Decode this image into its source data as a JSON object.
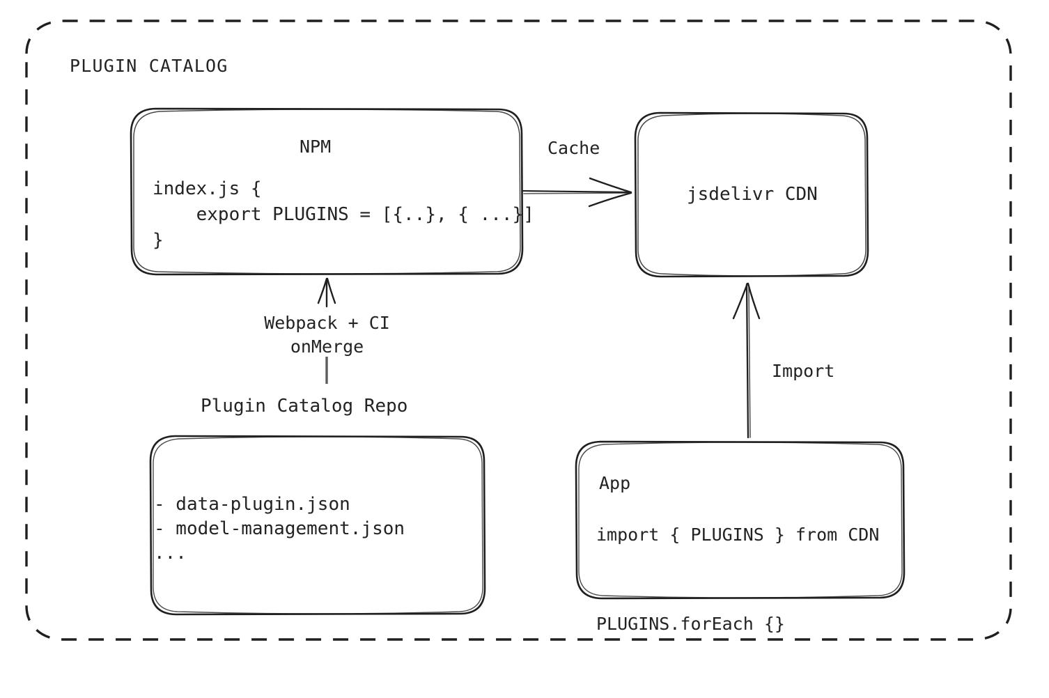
{
  "container": {
    "title": "PLUGIN CATALOG",
    "border_style": "dashed",
    "stroke_color": "#1f1f1f"
  },
  "nodes": {
    "npm": {
      "title": "NPM",
      "code": "index.js {\n    export PLUGINS = [{..}, { ...}]\n}"
    },
    "cdn": {
      "title": "jsdelivr CDN"
    },
    "repo": {
      "heading": "Plugin Catalog Repo",
      "list": "- data-plugin.json\n- model-management.json\n..."
    },
    "app": {
      "title": "App",
      "code": "import { PLUGINS } from CDN\n\nPLUGINS.forEach {}"
    }
  },
  "edges": {
    "cache": {
      "label": "Cache",
      "from": "npm",
      "to": "cdn",
      "direction": "right"
    },
    "build": {
      "label": "Webpack + CI\nonMerge",
      "from": "repo",
      "to": "npm",
      "direction": "up"
    },
    "import": {
      "label": "Import",
      "from": "app",
      "to": "cdn",
      "direction": "up"
    }
  },
  "colors": {
    "background": "#ffffff",
    "stroke": "#1f1f1f",
    "text": "#232323"
  }
}
